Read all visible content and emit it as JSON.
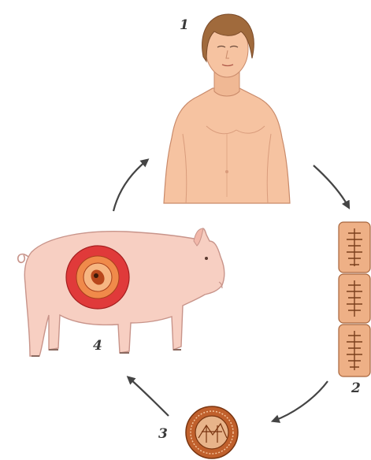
{
  "diagram": {
    "stages": [
      {
        "label": "1",
        "subject": "human"
      },
      {
        "label": "2",
        "subject": "proglottids"
      },
      {
        "label": "3",
        "subject": "egg"
      },
      {
        "label": "4",
        "subject": "pig"
      }
    ],
    "colors": {
      "skin": "#f6c3a1",
      "skin_shadow": "#e9a985",
      "hair": "#a06a3c",
      "pig": "#f7cfc2",
      "cyst_outer": "#e03a3a",
      "cyst_inner": "#f08a4a",
      "segment": "#eeb086",
      "egg": "#c0602c",
      "arrow": "#444444"
    }
  }
}
